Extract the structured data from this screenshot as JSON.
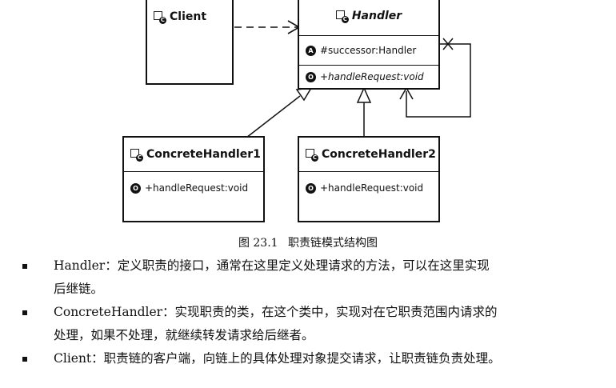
{
  "classes": {
    "client": {
      "name": "Client"
    },
    "handler": {
      "name": "Handler",
      "attribute": "#successor:Handler",
      "method": "+handleRequest:void",
      "attr_badge": "A",
      "method_badge": "O"
    },
    "concrete1": {
      "name": "ConcreteHandler1",
      "method": "+handleRequest:void",
      "method_badge": "O"
    },
    "concrete2": {
      "name": "ConcreteHandler2",
      "method": "+handleRequest:void",
      "method_badge": "O"
    }
  },
  "caption": {
    "number": "图 23.1",
    "title": "职责链模式结构图"
  },
  "bullets": [
    {
      "line1": "Handler：定义职责的接口，通常在这里定义处理请求的方法，可以在这里实现",
      "line2": "后继链。"
    },
    {
      "line1": "ConcreteHandler：实现职责的类，在这个类中，实现对在它职责范围内请求的",
      "line2": "处理，如果不处理，就继续转发请求给后继者。"
    },
    {
      "line1": "Client：职责链的客户端，向链上的具体处理对象提交请求，让职责链负责处理。",
      "line2": ""
    }
  ],
  "icons": [
    "class-icon",
    "abstract-attribute-icon",
    "operation-icon"
  ]
}
